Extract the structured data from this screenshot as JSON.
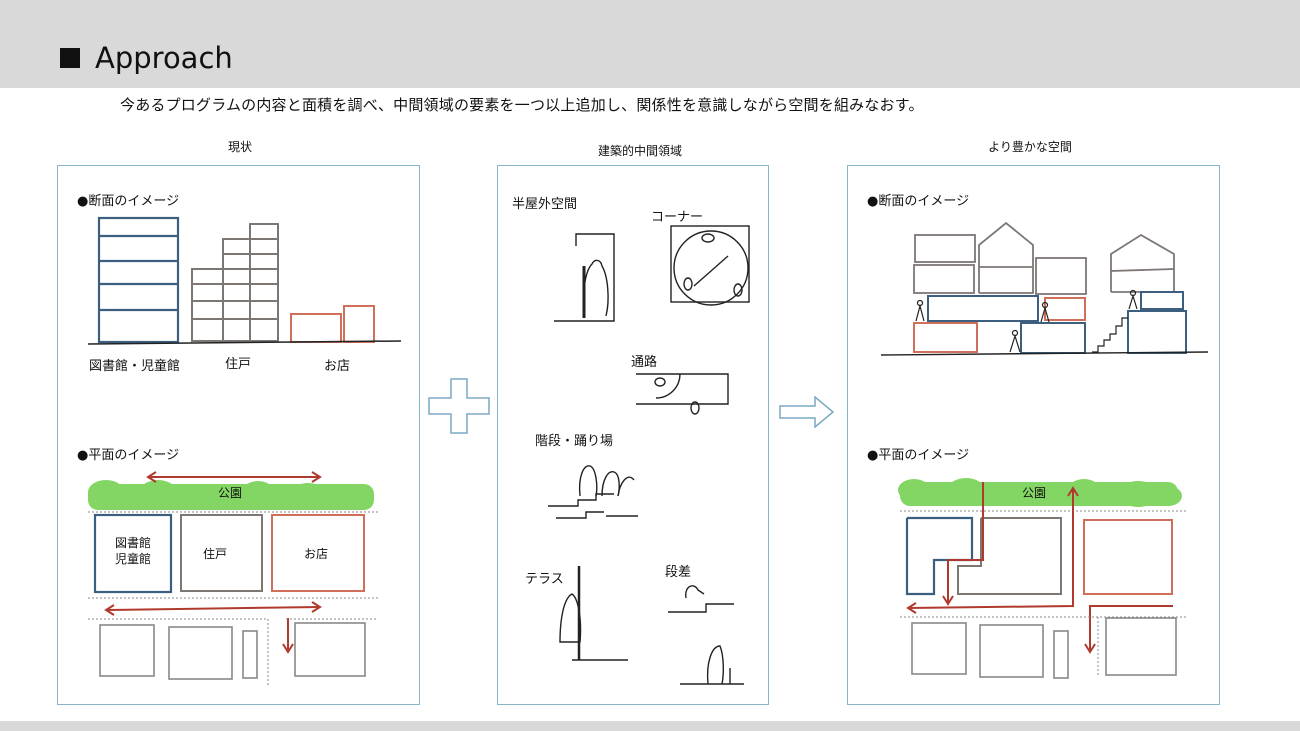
{
  "header": {
    "title": "Approach"
  },
  "description": "今あるプログラムの内容と面積を調べ、中間領域の要素を一つ以上追加し、関係性を意識しながら空間を組みなおす。",
  "columns": {
    "current": "現状",
    "middle": "建築的中間領域",
    "richer": "より豊かな空間"
  },
  "left_panel": {
    "section_label": "●断面のイメージ",
    "buildings": [
      "図書館・児童館",
      "住戸",
      "お店"
    ],
    "plan_label": "●平面のイメージ",
    "park": "公園",
    "plan_blocks": [
      "図書館\n児童館",
      "住戸",
      "お店"
    ]
  },
  "middle_panel": {
    "items": [
      "半屋外空間",
      "コーナー",
      "通路",
      "階段・踊り場",
      "テラス",
      "段差"
    ]
  },
  "right_panel": {
    "section_label": "●断面のイメージ",
    "plan_label": "●平面のイメージ",
    "park": "公園"
  },
  "colors": {
    "blue": "#3c5f80",
    "red": "#d0705a",
    "gray": "#7d7774",
    "green": "#6fcf4a",
    "arrow_red": "#b03a2e",
    "outline": "#8ab6c9"
  },
  "icons": [
    "plus-icon",
    "right-arrow-icon"
  ]
}
